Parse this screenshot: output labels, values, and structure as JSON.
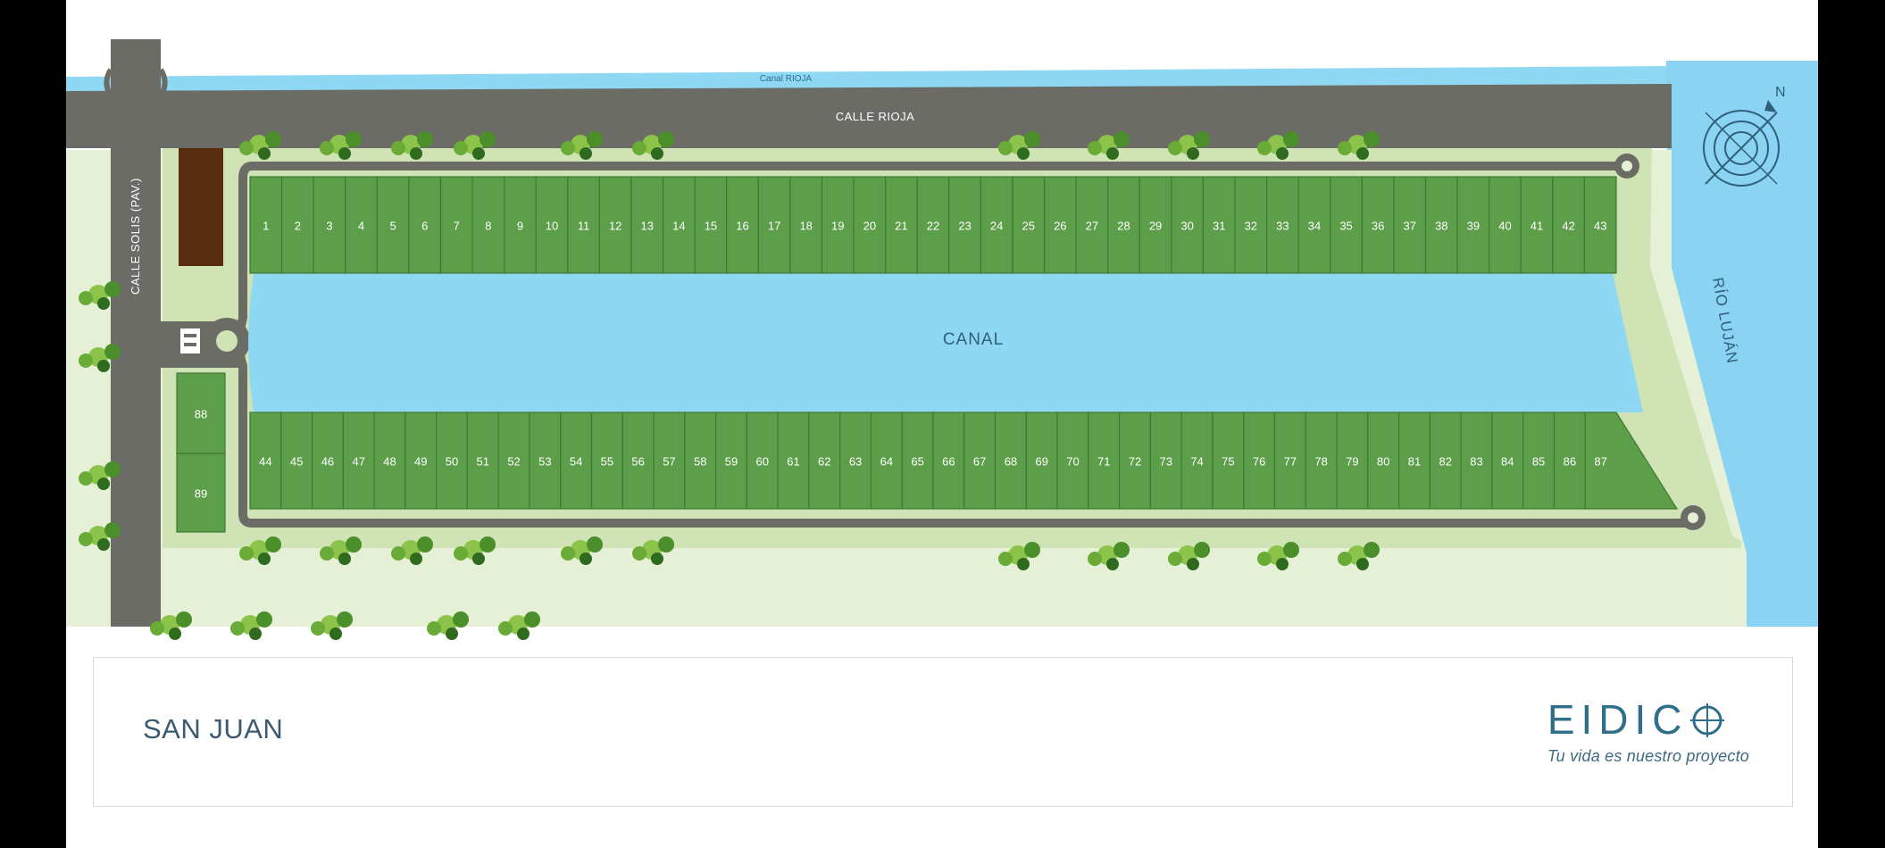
{
  "map": {
    "canal_top_label": "Canal RIOJA",
    "street_top_label": "CALLE RIOJA",
    "street_left_label": "CALLE SOLIS (PAV.)",
    "canal_label": "CANAL",
    "river_label": "RÍO LUJÁN",
    "compass_label": "N",
    "lots_top": [
      "1",
      "2",
      "3",
      "4",
      "5",
      "6",
      "7",
      "8",
      "9",
      "10",
      "11",
      "12",
      "13",
      "14",
      "15",
      "16",
      "17",
      "18",
      "19",
      "20",
      "21",
      "22",
      "23",
      "24",
      "25",
      "26",
      "27",
      "28",
      "29",
      "30",
      "31",
      "32",
      "33",
      "34",
      "35",
      "36",
      "37",
      "38",
      "39",
      "40",
      "41",
      "42",
      "43"
    ],
    "lots_bottom": [
      "44",
      "45",
      "46",
      "47",
      "48",
      "49",
      "50",
      "51",
      "52",
      "53",
      "54",
      "55",
      "56",
      "57",
      "58",
      "59",
      "60",
      "61",
      "62",
      "63",
      "64",
      "65",
      "66",
      "67",
      "68",
      "69",
      "70",
      "71",
      "72",
      "73",
      "74",
      "75",
      "76",
      "77",
      "78",
      "79",
      "80",
      "81",
      "82",
      "83",
      "84",
      "85",
      "86",
      "87"
    ],
    "lots_side": [
      "88",
      "89"
    ]
  },
  "footer": {
    "project_name": "SAN JUAN",
    "brand_name": "EIDIC",
    "brand_tagline": "Tu vida es nuestro proyecto"
  },
  "colors": {
    "water": "#8fd8f4",
    "river": "#8ad3f2",
    "road": "#6a6c65",
    "lot": "#5c9e4a",
    "ground": "#cfe3b4",
    "ground_light": "#e6f0d6",
    "brown_lot": "#5a2c0e",
    "brand": "#2f6f8a"
  }
}
